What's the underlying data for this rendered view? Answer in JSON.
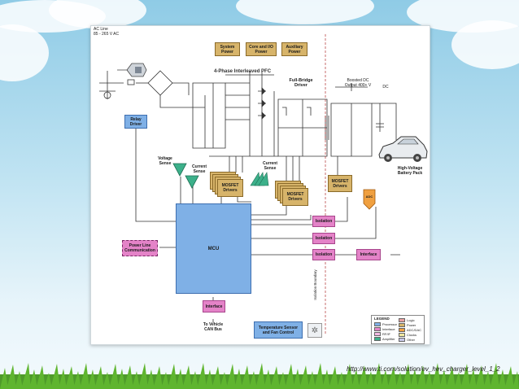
{
  "diagram": {
    "ac_line": "AC Line\n85 - 265 V AC",
    "system_power": "System\nPower",
    "core_io_power": "Core and I/O\nPower",
    "auxiliary_power": "Auxiliary\nPower",
    "pfc_title": "4-Phase Interleaved PFC",
    "full_bridge_title": "Full-Bridge\nDriver",
    "boosted_dc": "Boosted DC\nOutput 400+ V",
    "dc": "DC",
    "relay_driver": "Relay\nDriver",
    "voltage_sense": "Voltage\nSense",
    "current_sense_1": "Current\nSense",
    "current_sense_2": "Current\nSense",
    "mosfet_drivers": "MOSFET\nDrivers",
    "mcu": "MCU",
    "isolation": "Isolation",
    "interface": "Interface",
    "power_line_comm": "Power Line\nCommunication",
    "adc": "ADC",
    "hv_battery": "High-Voltage\nBattery Pack",
    "to_vehicle": "To Vehicle\nCAN Bus",
    "temp_sensor": "Temperature Sensor\nand Fan Control",
    "isolation_boundary": "Isolation Boundary",
    "legend": {
      "title": "LEGEND",
      "items": [
        {
          "label": "Processor",
          "color": "#7fb0e6"
        },
        {
          "label": "Interface",
          "color": "#e483c8"
        },
        {
          "label": "RF/IF",
          "color": "#f3b9e2"
        },
        {
          "label": "Amplifier",
          "color": "#3cb08a"
        },
        {
          "label": "Logic",
          "color": "#e8a0a0"
        },
        {
          "label": "Power",
          "color": "#d7b46a"
        },
        {
          "label": "ADC/DAC",
          "color": "#f0a040"
        },
        {
          "label": "Clocks",
          "color": "#eee6a0"
        },
        {
          "label": "Other",
          "color": "#c8c8e8"
        }
      ]
    }
  },
  "source_url": "http://www.ti.com/solution/ev_hev_charger_level_1_2"
}
